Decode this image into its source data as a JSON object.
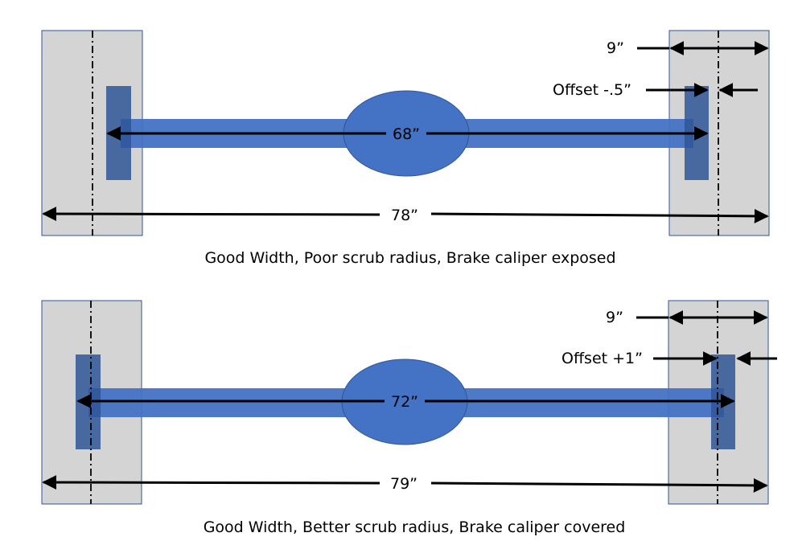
{
  "colors": {
    "tire_fill": "#d4d4d4",
    "tire_stroke": "#2f5496",
    "axle_fill": "#4472c4",
    "hub_fill": "#2f5597",
    "line": "#000000"
  },
  "diagram_top": {
    "inner_width_label": "68”",
    "outer_width_label": "78”",
    "tire_width_label": "9”",
    "offset_label": "Offset -.5”",
    "caption": "Good Width, Poor scrub radius, Brake caliper exposed"
  },
  "diagram_bottom": {
    "inner_width_label": "72”",
    "outer_width_label": "79”",
    "tire_width_label": "9”",
    "offset_label": "Offset +1”",
    "caption": "Good Width, Better scrub radius, Brake caliper covered"
  }
}
